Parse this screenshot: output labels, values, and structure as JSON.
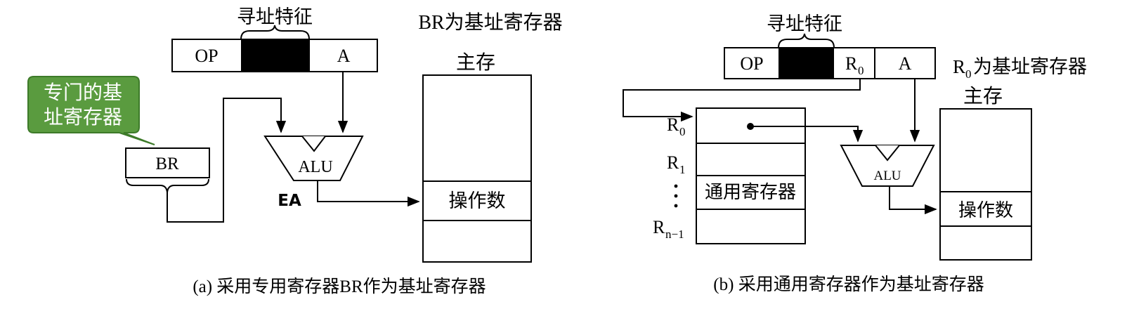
{
  "left": {
    "feature_label": "寻址特征",
    "note": "BR为基址寄存器",
    "instr": {
      "op": "OP",
      "a": "A"
    },
    "memory_title": "主存",
    "callout": [
      "专门的基",
      "址寄存器"
    ],
    "br_label": "BR",
    "alu_label": "ALU",
    "ea_label": "EA",
    "operand_label": "操作数",
    "caption": "(a) 采用专用寄存器BR作为基址寄存器",
    "callout_color": "#5a9b3f"
  },
  "right": {
    "feature_label": "寻址特征",
    "instr": {
      "op": "OP",
      "r0_main": "R",
      "r0_sub": "0",
      "a": "A"
    },
    "note_main": "R",
    "note_sub": "0",
    "note_rest": "为基址寄存器",
    "memory_title": "主存",
    "registers": [
      {
        "main": "R",
        "sub": "0"
      },
      {
        "main": "R",
        "sub": "1"
      },
      {
        "main": "R",
        "sub": "n−1"
      }
    ],
    "regfile_label": "通用寄存器",
    "alu_label": "ALU",
    "operand_label": "操作数",
    "caption": "(b) 采用通用寄存器作为基址寄存器"
  }
}
